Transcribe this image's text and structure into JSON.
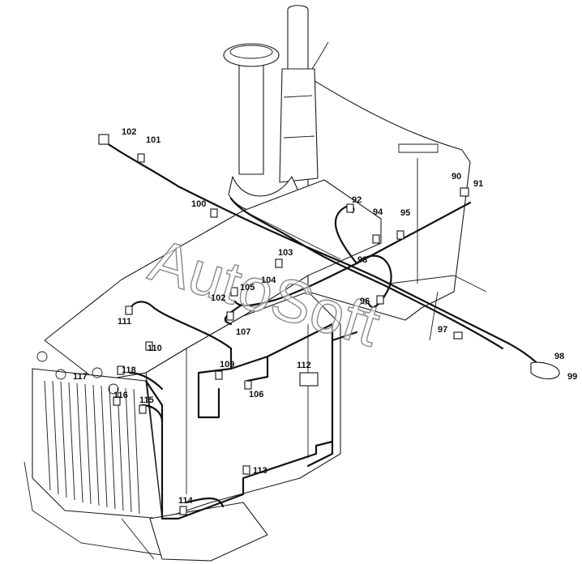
{
  "watermark": "AutoSoft",
  "callouts": [
    {
      "id": "101",
      "label": "101"
    },
    {
      "id": "102a",
      "label": "102"
    },
    {
      "id": "100",
      "label": "100"
    },
    {
      "id": "92",
      "label": "92"
    },
    {
      "id": "90",
      "label": "90"
    },
    {
      "id": "91",
      "label": "91"
    },
    {
      "id": "94",
      "label": "94"
    },
    {
      "id": "95",
      "label": "95"
    },
    {
      "id": "93",
      "label": "93"
    },
    {
      "id": "103",
      "label": "103"
    },
    {
      "id": "104",
      "label": "104"
    },
    {
      "id": "105",
      "label": "105"
    },
    {
      "id": "102b",
      "label": "102"
    },
    {
      "id": "107",
      "label": "107"
    },
    {
      "id": "96",
      "label": "96"
    },
    {
      "id": "97",
      "label": "97"
    },
    {
      "id": "98",
      "label": "98"
    },
    {
      "id": "99",
      "label": "99"
    },
    {
      "id": "111",
      "label": "111"
    },
    {
      "id": "110",
      "label": "110"
    },
    {
      "id": "112",
      "label": "112"
    },
    {
      "id": "109",
      "label": "109"
    },
    {
      "id": "106",
      "label": "106"
    },
    {
      "id": "117",
      "label": "117"
    },
    {
      "id": "118",
      "label": "118"
    },
    {
      "id": "116",
      "label": "116"
    },
    {
      "id": "115",
      "label": "115"
    },
    {
      "id": "113",
      "label": "113"
    },
    {
      "id": "114",
      "label": "114"
    }
  ]
}
